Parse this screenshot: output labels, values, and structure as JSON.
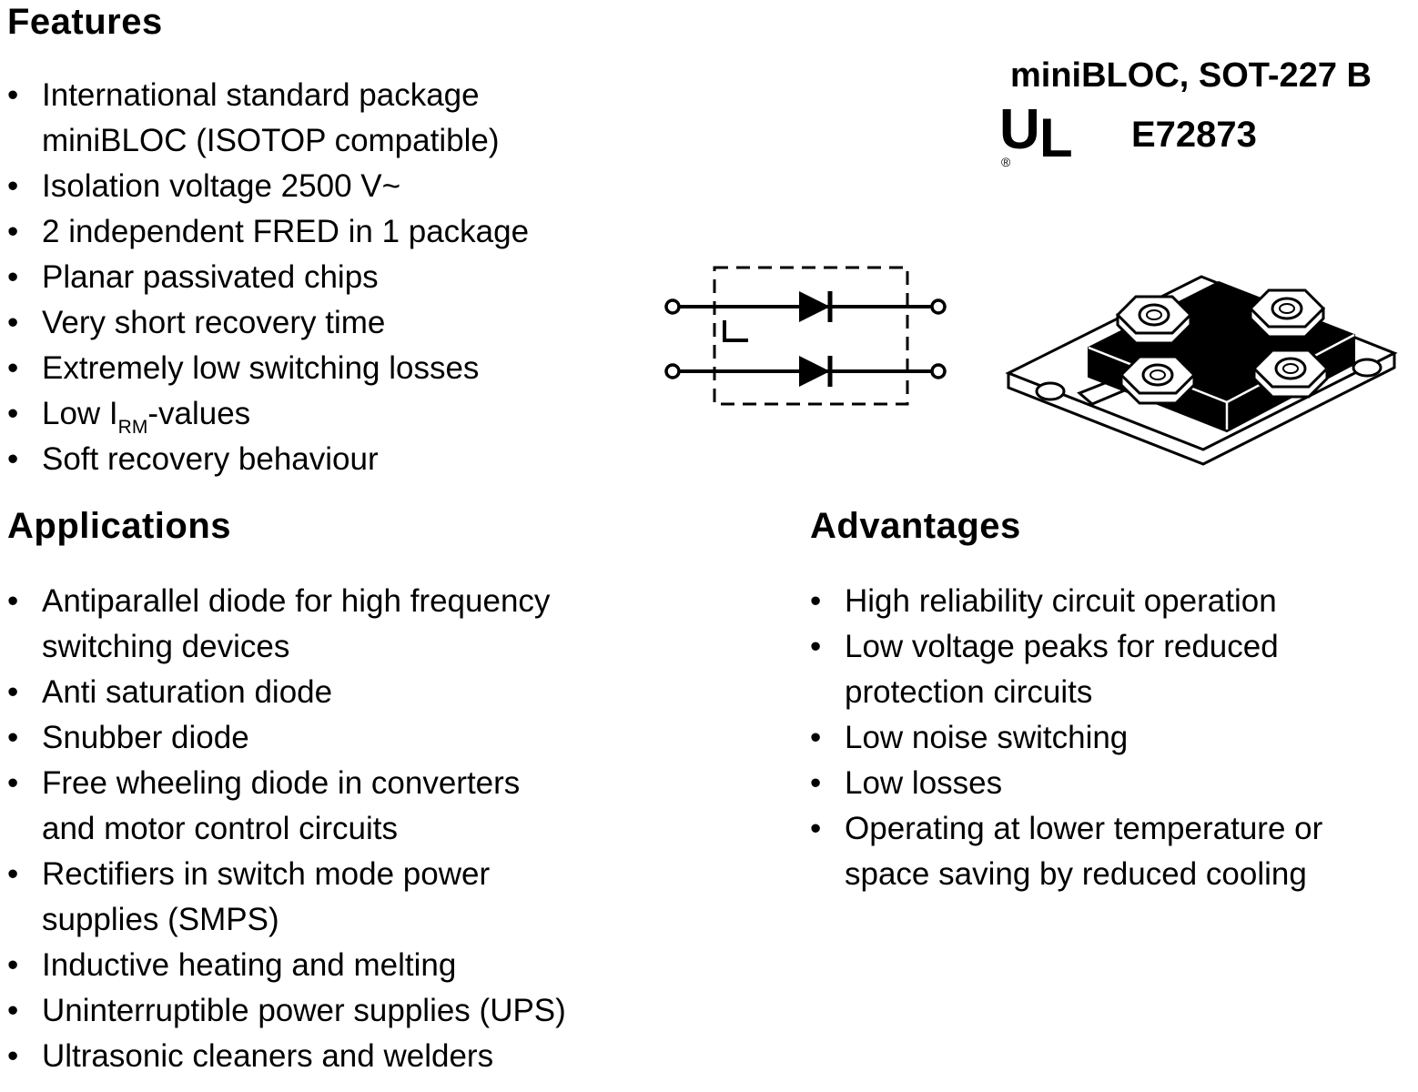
{
  "ui": {
    "bullet": "•"
  },
  "colors": {
    "text": "#000000",
    "background": "#ffffff"
  },
  "features": {
    "heading": "Features",
    "items": [
      "International standard package\nminiBLOC (ISOTOP compatible)",
      "Isolation voltage 2500 V~",
      "2 independent FRED in 1 package",
      "Planar passivated chips",
      "Very short recovery time",
      "Extremely low switching losses",
      "Soft recovery behaviour"
    ],
    "irm_item": {
      "pre": "Low I",
      "sub": "RM",
      "post": "-values"
    }
  },
  "applications": {
    "heading": "Applications",
    "items": [
      "Antiparallel diode for high frequency\nswitching devices",
      "Anti saturation diode",
      "Snubber diode",
      "Free wheeling diode in converters\nand motor control circuits",
      "Rectifiers in switch mode power\nsupplies (SMPS)",
      "Inductive heating and melting",
      "Uninterruptible power supplies (UPS)",
      "Ultrasonic cleaners and welders"
    ]
  },
  "advantages": {
    "heading": "Advantages",
    "items": [
      "High reliability circuit operation",
      "Low voltage peaks for reduced\nprotection circuits",
      "Low noise switching",
      "Low losses",
      "Operating at lower temperature or\nspace saving by reduced cooling"
    ]
  },
  "header": {
    "package_title": "miniBLOC, SOT-227 B",
    "ul_number": "E72873",
    "ul_logo_u": "U",
    "ul_logo_l": "L",
    "registered": "®"
  },
  "figures": {
    "circuit": "dual-independent-diode-schematic",
    "package": "sot-227-isometric-package-drawing"
  }
}
